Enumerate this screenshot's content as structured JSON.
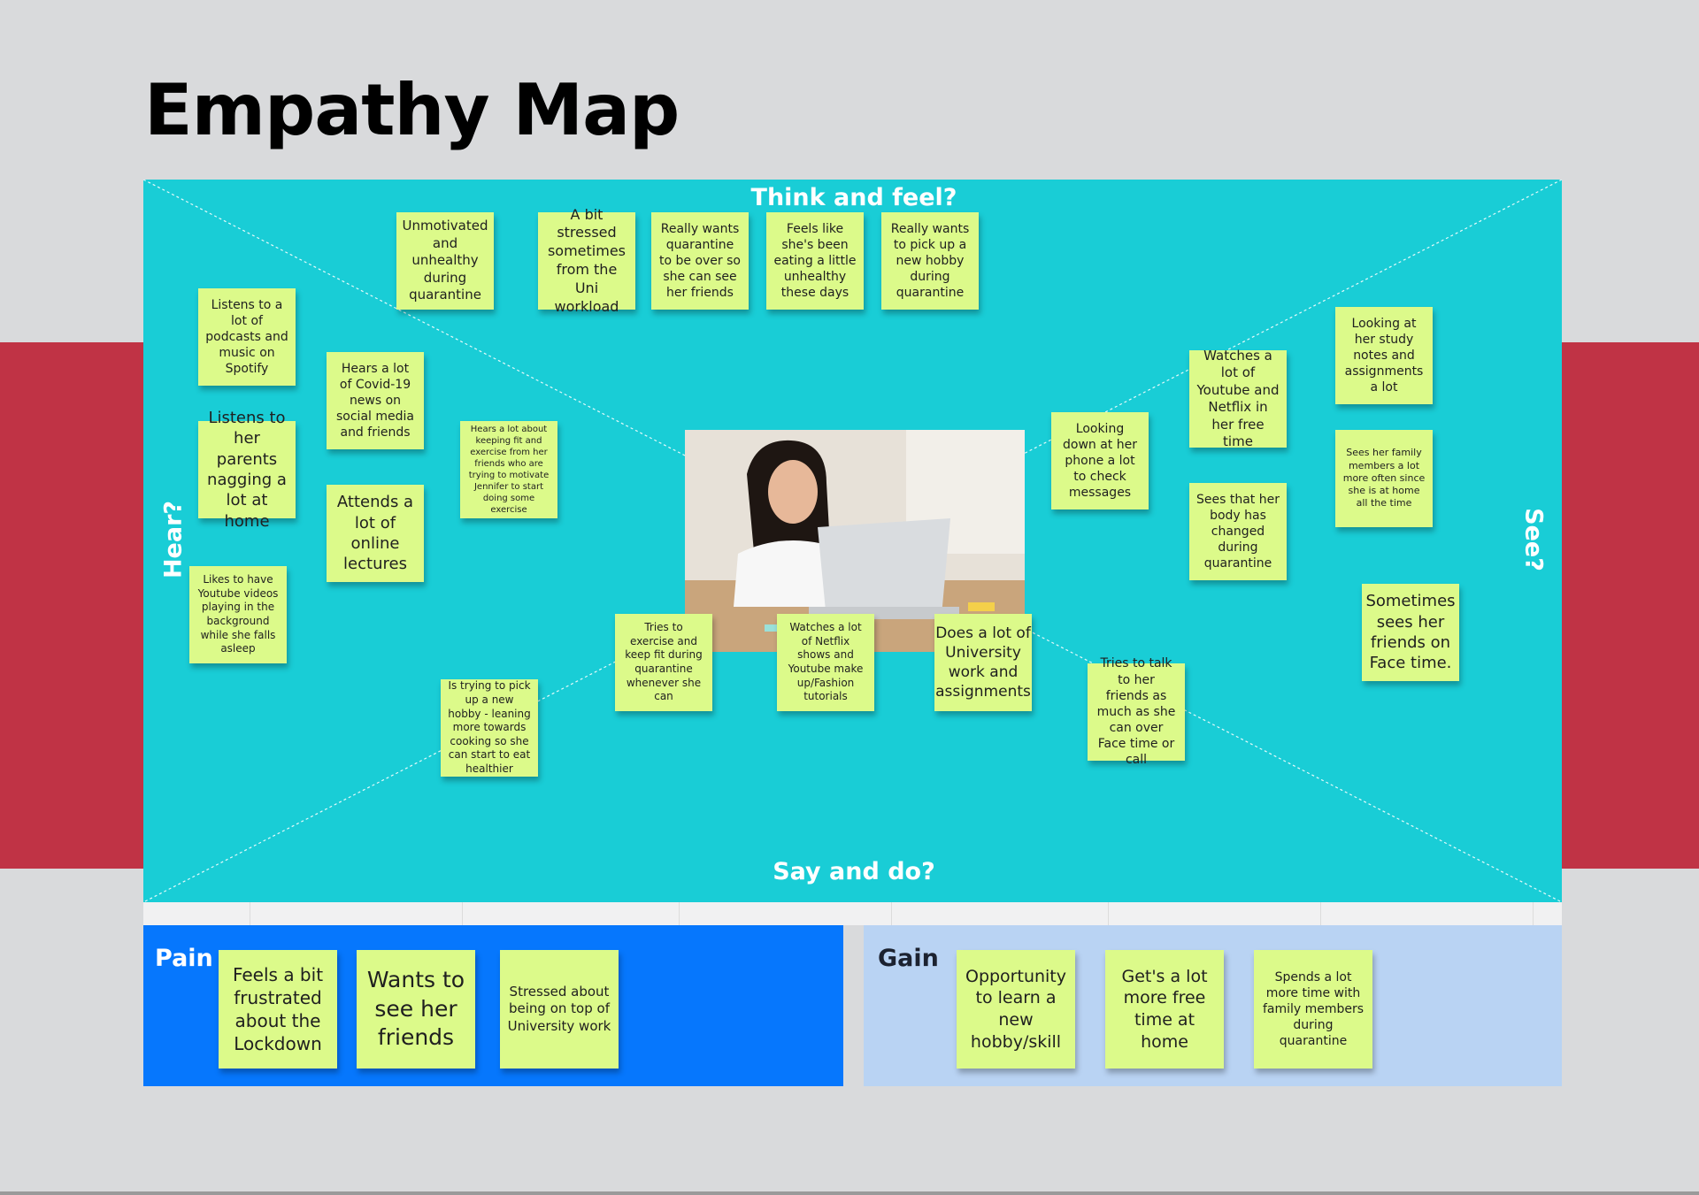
{
  "title": "Empathy Map",
  "colors": {
    "board": "#19cdd6",
    "sticky": "#dcfa8a",
    "pain": "#0677fd",
    "gain": "#b9d3f3",
    "band": "#c03345"
  },
  "quadrants": {
    "think": "Think and feel?",
    "hear": "Hear?",
    "see": "See?",
    "say": "Say and do?"
  },
  "photo": {
    "alt": "woman-laptop-photo"
  },
  "notes": {
    "think": [
      "Unmotivated and unhealthy during quarantine",
      "A bit stressed sometimes from the Uni workload",
      "Really wants quarantine to be over so she can see her friends",
      "Feels like she's been eating a little unhealthy these days",
      "Really wants to pick up a new hobby during quarantine"
    ],
    "hear": [
      "Listens to a lot of podcasts and music on Spotify",
      "Hears a lot of Covid-19 news on social media and friends",
      "Listens to her parents nagging a lot at home",
      "Hears a lot about keeping fit and exercise from her friends who are trying to motivate Jennifer to start doing some exercise",
      "Attends a lot of online lectures",
      "Likes to have Youtube videos playing in the background while she falls asleep"
    ],
    "see": [
      "Looking at her study notes and assignments a lot",
      "Watches a lot of Youtube and Netflix in her free time",
      "Looking down at her phone a lot to check messages",
      "Sees her family members a lot more often since she is at home all the time",
      "Sees that her body has changed during quarantine",
      "Sometimes sees her friends on Face time."
    ],
    "say": [
      "Tries to exercise and keep fit during quarantine whenever she can",
      "Watches a lot of Netflix shows and Youtube make up/Fashion tutorials",
      "Does a lot of University work and assignments",
      "Tries to talk to her friends as much as she can over Face time or call",
      "Is trying to pick up a new hobby - leaning more towards cooking so she can start to eat healthier"
    ]
  },
  "pain": {
    "label": "Pain",
    "notes": [
      "Feels a bit frustrated about the Lockdown",
      "Wants to see her friends",
      "Stressed about being on top of University work"
    ]
  },
  "gain": {
    "label": "Gain",
    "notes": [
      "Opportunity to learn a new hobby/skill",
      "Get's a lot more free time at home",
      "Spends a lot more time with family members during quarantine"
    ]
  }
}
